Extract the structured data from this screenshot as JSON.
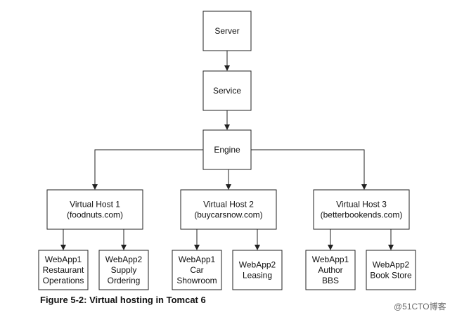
{
  "nodes": {
    "server": [
      "Server"
    ],
    "service": [
      "Service"
    ],
    "engine": [
      "Engine"
    ],
    "vhost1": [
      "Virtual Host 1",
      "(foodnuts.com)"
    ],
    "vhost2": [
      "Virtual Host 2",
      "(buycarsnow.com)"
    ],
    "vhost3": [
      "Virtual Host 3",
      "(betterbookends.com)"
    ],
    "v1_app1": [
      "WebApp1",
      "Restaurant",
      "Operations"
    ],
    "v1_app2": [
      "WebApp2",
      "Supply",
      "Ordering"
    ],
    "v2_app1": [
      "WebApp1",
      "Car",
      "Showroom"
    ],
    "v2_app2": [
      "WebApp2",
      "Leasing"
    ],
    "v3_app1": [
      "WebApp1",
      "Author",
      "BBS"
    ],
    "v3_app2": [
      "WebApp2",
      "Book Store"
    ]
  },
  "caption": "Figure 5-2: Virtual hosting in Tomcat 6",
  "watermark": "@51CTO博客"
}
